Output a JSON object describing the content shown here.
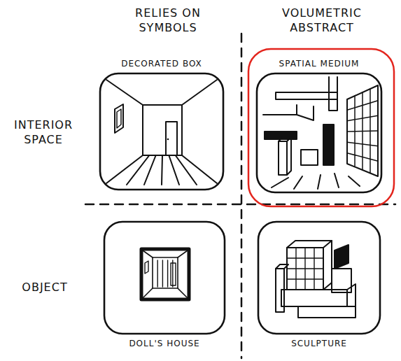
{
  "diagram": {
    "nodes": [
      {
        "text": [
          "DECORATED BOX"
        ]
      },
      {
        "text": [
          "SPATIAL MEDIUM"
        ]
      },
      {
        "text": [
          "DOLL'S HOUSE"
        ]
      },
      {
        "text": [
          "SCULPTURE"
        ]
      }
    ],
    "labels": [
      "RELIES ON SYMBOLS",
      "VOLUMETRIC ABSTRACT",
      "INTERIOR SPACE",
      "OBJECT"
    ]
  }
}
